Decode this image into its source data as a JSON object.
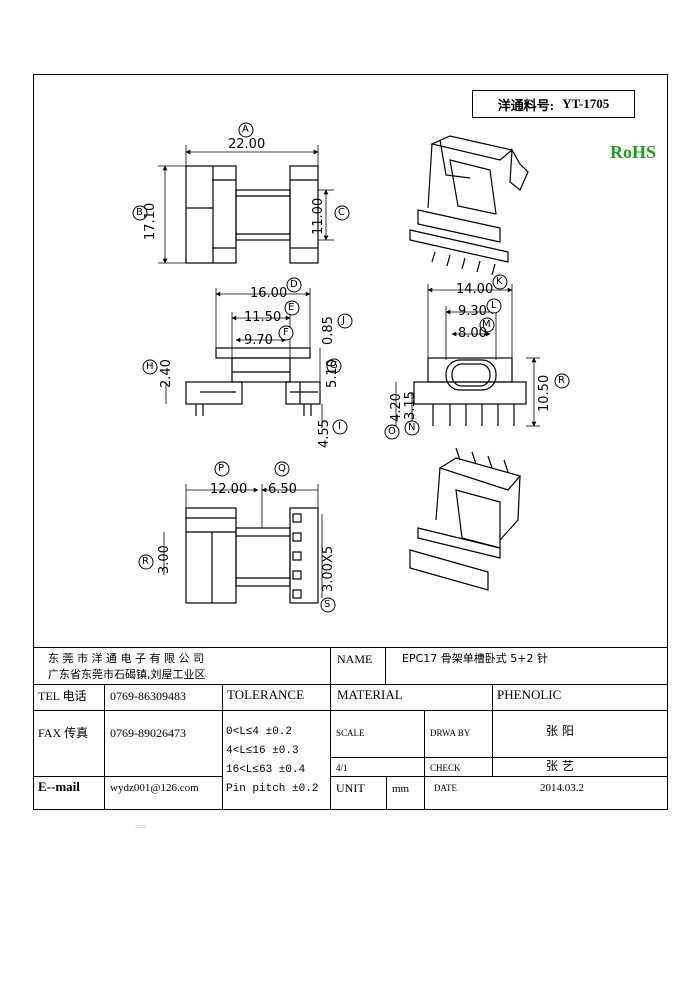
{
  "header": {
    "part_label": "洋通料号:",
    "part_number": "YT-1705",
    "rohs": "RoHS"
  },
  "dimensions": {
    "A": "22.00",
    "B": "17.10",
    "C": "11.00",
    "D": "16.00",
    "E": "11.50",
    "F": "9.70",
    "H": "2.40",
    "J": "0.85",
    "G": "5.10",
    "I": "4.55",
    "K": "14.00",
    "L": "9.30",
    "M": "8.00",
    "R_side": "10.50",
    "O": "4.20",
    "N": "3.15",
    "P": "12.00",
    "Q": "6.50",
    "R_bottom": "3.00",
    "S": "3.00X5"
  },
  "callouts": [
    "A",
    "B",
    "C",
    "D",
    "E",
    "F",
    "H",
    "J",
    "G",
    "I",
    "K",
    "L",
    "M",
    "R",
    "O",
    "N",
    "P",
    "Q",
    "R",
    "S"
  ],
  "title_block": {
    "company": "东 莞 市 洋 通 电 子 有 限 公 司",
    "address": "广东省东莞市石碣镇,刘屋工业区",
    "name_label": "NAME",
    "name_value": "EPC17 骨架单槽卧式 5+2 针",
    "tel_label": "TEL 电话",
    "tel_value": "0769-86309483",
    "tolerance_label": "TOLERANCE",
    "material_label": "MATERIAL",
    "material_value": "PHENOLIC",
    "fax_label": "FAX 传真",
    "fax_value": "0769-89026473",
    "tolerance_lines": [
      "0<L≤4   ±0.2",
      "4<L≤16  ±0.3",
      "16<L≤63  ±0.4",
      "Pin pitch ±0.2"
    ],
    "scale_label": "SCALE",
    "drawby_label": "DRWA BY",
    "drawby_value": "张 阳",
    "scale_value": "4/1",
    "check_label": "CHECK",
    "check_value": "张 艺",
    "email_label": "E--mail",
    "email_value": "wydz001@126.com",
    "unit_label": "UNIT",
    "unit_value": "mm",
    "date_label": "DATE",
    "date_value": "2014.03.2"
  },
  "footer_mark": "=="
}
